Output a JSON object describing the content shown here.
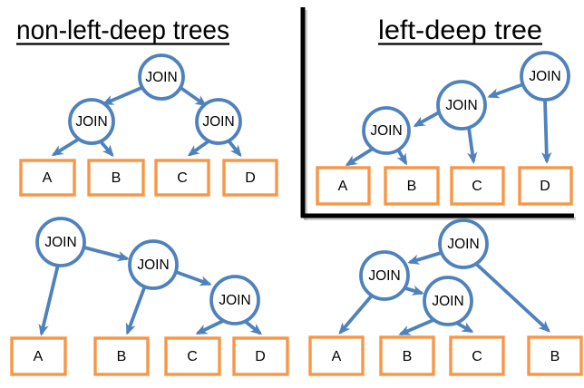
{
  "sections": {
    "non_left_deep": {
      "title": "non-left-deep trees"
    },
    "left_deep": {
      "title": "left-deep tree"
    }
  },
  "node_label": "JOIN",
  "colors": {
    "node_stroke": "#4f81bd",
    "arrow": "#4f81bd",
    "leaf_border": "#f79646",
    "title_text": "#000000",
    "divider": "#000000",
    "background": "#ffffff"
  },
  "trees": [
    {
      "id": "balanced-tree",
      "section": "non-left-deep trees",
      "leaves": [
        "A",
        "B",
        "C",
        "D"
      ],
      "structure": "(A JOIN B) JOIN (C JOIN D)"
    },
    {
      "id": "left-deep-tree",
      "section": "left-deep tree",
      "leaves": [
        "A",
        "B",
        "C",
        "D"
      ],
      "structure": "((A JOIN B) JOIN C) JOIN D"
    },
    {
      "id": "right-deep-tree",
      "section": "non-left-deep trees",
      "leaves": [
        "A",
        "B",
        "C",
        "D"
      ],
      "structure": "A JOIN (B JOIN (C JOIN D))"
    },
    {
      "id": "bushy-tree",
      "section": "non-left-deep trees",
      "leaves": [
        "A",
        "B",
        "C",
        "B"
      ],
      "structure": "(A JOIN (B JOIN C)) JOIN B"
    }
  ]
}
